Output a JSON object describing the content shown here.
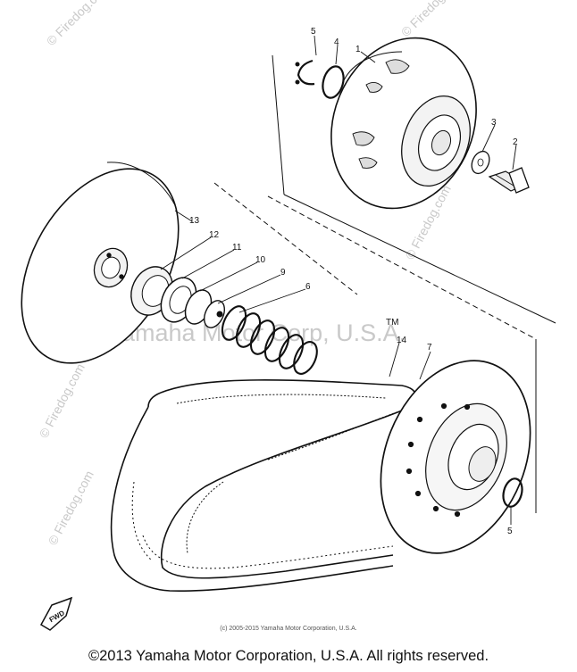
{
  "watermarks": {
    "side": "© Firedog.com",
    "center": "Yamaha Motor Corp, U.S.A.",
    "left_large": "© Firedog.com"
  },
  "labels": {
    "tm": "TM",
    "fwd": "FWD"
  },
  "callouts": [
    {
      "id": "1",
      "text": "1"
    },
    {
      "id": "2",
      "text": "2"
    },
    {
      "id": "3",
      "text": "3"
    },
    {
      "id": "4",
      "text": "4"
    },
    {
      "id": "5a",
      "text": "5"
    },
    {
      "id": "5b",
      "text": "5"
    },
    {
      "id": "6",
      "text": "6"
    },
    {
      "id": "7",
      "text": "7"
    },
    {
      "id": "9",
      "text": "9"
    },
    {
      "id": "10",
      "text": "10"
    },
    {
      "id": "11",
      "text": "11"
    },
    {
      "id": "12",
      "text": "12"
    },
    {
      "id": "13",
      "text": "13"
    },
    {
      "id": "14",
      "text": "14"
    }
  ],
  "footer": {
    "small_copyright": "(c) 2005-2015 Yamaha Motor Corporation, U.S.A.",
    "main_copyright": "©2013 Yamaha Motor Corporation, U.S.A. All rights reserved."
  },
  "colors": {
    "line": "#111111",
    "watermark": "#c9c9c9"
  }
}
